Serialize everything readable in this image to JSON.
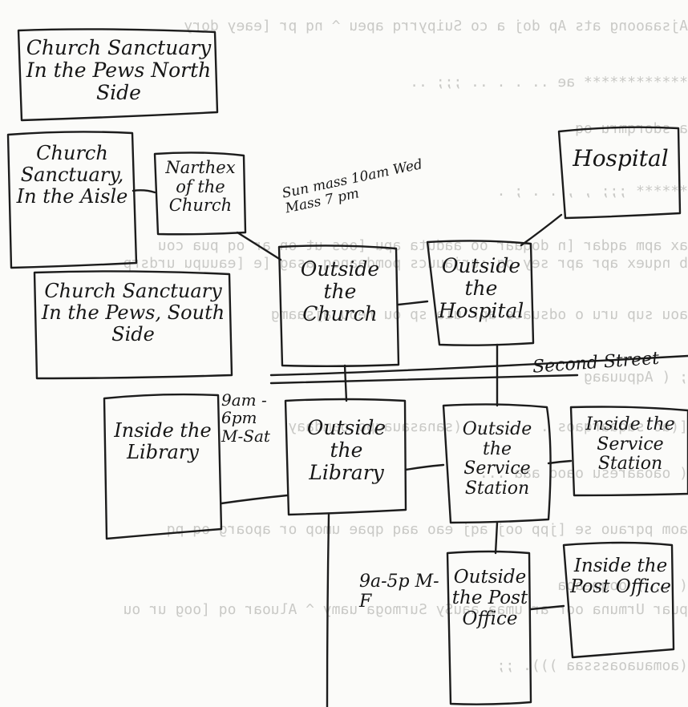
{
  "rooms": {
    "pews_north": "Church Sanctuary In the Pews North Side",
    "aisle": "Church Sanctuary, In the Aisle",
    "narthex": "Narthex of the Church",
    "pews_south": "Church Sanctuary In the Pews, South Side",
    "outside_church": "Outside the Church",
    "outside_hospital": "Outside the Hospital",
    "hospital": "Hospital",
    "inside_library": "Inside the Library",
    "outside_library": "Outside the Library",
    "outside_service_station": "Outside the Service Station",
    "inside_service_station": "Inside the Service Station",
    "outside_post_office": "Outside the Post Office",
    "inside_post_office": "Inside the Post Office"
  },
  "notes": {
    "church_hours": "Sun mass 10am Wed Mass 7 pm",
    "library_hours": "9am - 6pm M-Sat",
    "post_office_hours": "9a-5p M-F",
    "street": "Second Street"
  },
  "ink_color": "#1c1c1c"
}
